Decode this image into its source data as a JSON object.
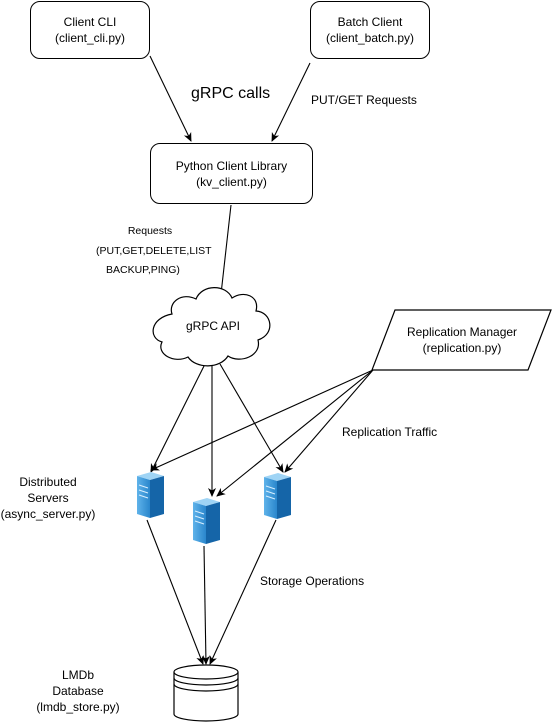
{
  "nodes": {
    "client_cli": {
      "title": "Client CLI",
      "file": "(client_cli.py)"
    },
    "batch_client": {
      "title": "Batch Client",
      "file": "(client_batch.py)"
    },
    "client_library": {
      "title": "Python Client Library",
      "file": "(kv_client.py)"
    },
    "grpc_api": {
      "title": "gRPC API"
    },
    "replication_manager": {
      "title": "Replication Manager",
      "file": "(replication.py)"
    },
    "servers": {
      "line1": "Distributed",
      "line2": "Servers",
      "line3": "(async_server.py)"
    },
    "database": {
      "line1": "LMDb",
      "line2": "Database",
      "line3": "(lmdb_store.py)"
    }
  },
  "edge_labels": {
    "grpc_calls": "gRPC calls",
    "put_get": "PUT/GET Requests",
    "requests_title": "Requests",
    "requests_line1": "(PUT,GET,DELETE,LIST",
    "requests_line2": "BACKUP,PING)",
    "replication_traffic": "Replication Traffic",
    "storage_operations": "Storage Operations"
  },
  "colors": {
    "line": "#000000",
    "server_light": "#9fd4f5",
    "server_mid": "#3d9ad8",
    "server_dark": "#1565a8"
  },
  "icons": {
    "server": "server-icon",
    "database": "database-cylinder-icon",
    "cloud": "cloud-shape"
  }
}
